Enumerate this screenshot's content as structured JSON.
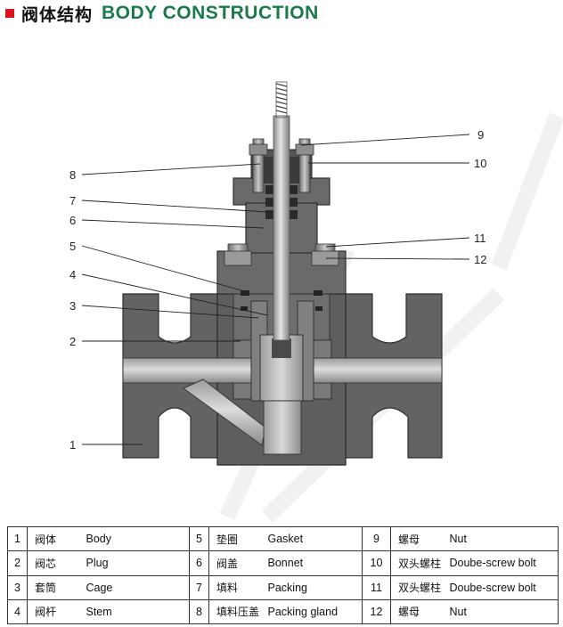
{
  "header": {
    "title_cn": "阀体结构",
    "title_en": "BODY CONSTRUCTION",
    "marker_color": "#e0141b",
    "title_en_color": "#1a7a4a"
  },
  "callouts": [
    "1",
    "2",
    "3",
    "4",
    "5",
    "6",
    "7",
    "8",
    "9",
    "10",
    "11",
    "12"
  ],
  "parts": [
    {
      "num": "1",
      "cn": "阀体",
      "en": "Body"
    },
    {
      "num": "2",
      "cn": "阀芯",
      "en": "Plug"
    },
    {
      "num": "3",
      "cn": "套筒",
      "en": "Cage"
    },
    {
      "num": "4",
      "cn": "阀杆",
      "en": "Stem"
    },
    {
      "num": "5",
      "cn": "垫圈",
      "en": "Gasket"
    },
    {
      "num": "6",
      "cn": "阀盖",
      "en": "Bonnet"
    },
    {
      "num": "7",
      "cn": "填料",
      "en": "Packing"
    },
    {
      "num": "8",
      "cn": "填料压盖",
      "en": "Packing gland"
    },
    {
      "num": "9",
      "cn": "螺母",
      "en": "Nut"
    },
    {
      "num": "10",
      "cn": "双头螺柱",
      "en": "Doube-screw bolt"
    },
    {
      "num": "11",
      "cn": "双头螺柱",
      "en": "Doube-screw bolt"
    },
    {
      "num": "12",
      "cn": "螺母",
      "en": "Nut"
    }
  ]
}
